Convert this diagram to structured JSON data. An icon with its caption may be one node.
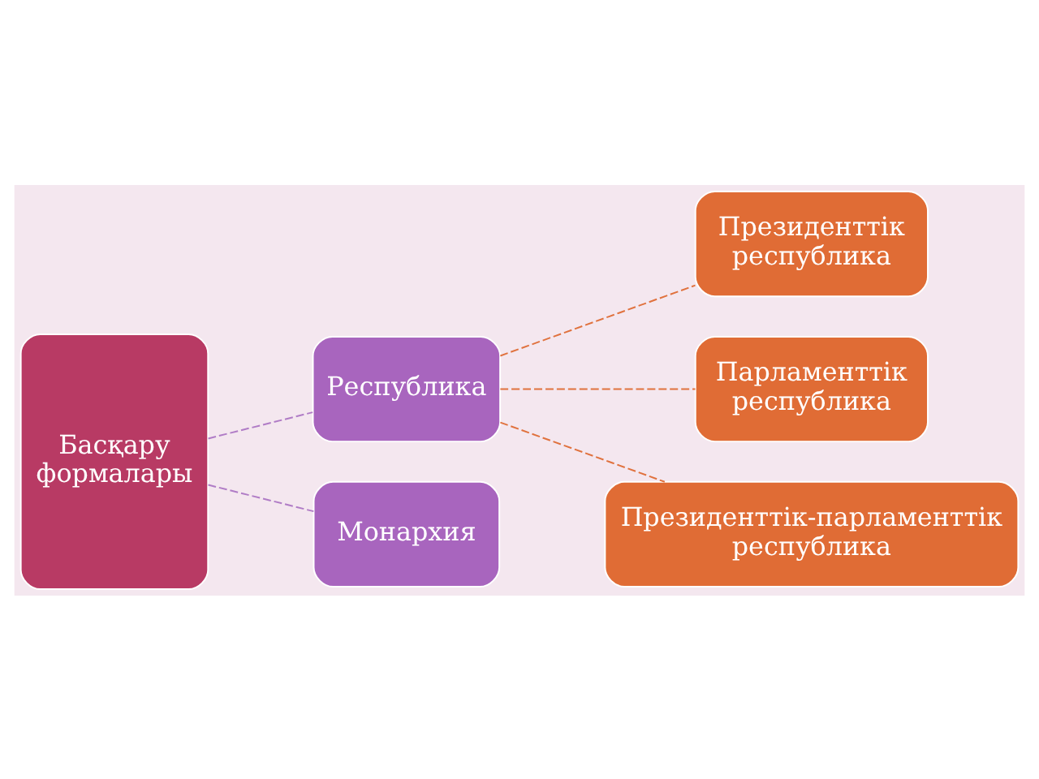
{
  "diagram": {
    "nodes": [
      {
        "text": [
          "Басқару формалары"
        ]
      },
      {
        "text": [
          "Республика"
        ]
      },
      {
        "text": [
          "Монархия"
        ]
      },
      {
        "text": [
          "Президенттік республика"
        ]
      },
      {
        "text": [
          "Парламенттік республика"
        ]
      },
      {
        "text": [
          "Президенттік-парламенттік республика"
        ]
      }
    ],
    "edges": [
      {
        "from": 0,
        "to": 1,
        "arrow": "none",
        "style": "dashed",
        "color": "#b07cc6"
      },
      {
        "from": 0,
        "to": 2,
        "arrow": "none",
        "style": "dashed",
        "color": "#b07cc6"
      },
      {
        "from": 1,
        "to": 3,
        "arrow": "none",
        "style": "dashed"
      },
      {
        "from": 1,
        "to": 4,
        "arrow": "none",
        "style": "dashed"
      },
      {
        "from": 1,
        "to": 5,
        "arrow": "none",
        "style": "dashed"
      }
    ]
  }
}
